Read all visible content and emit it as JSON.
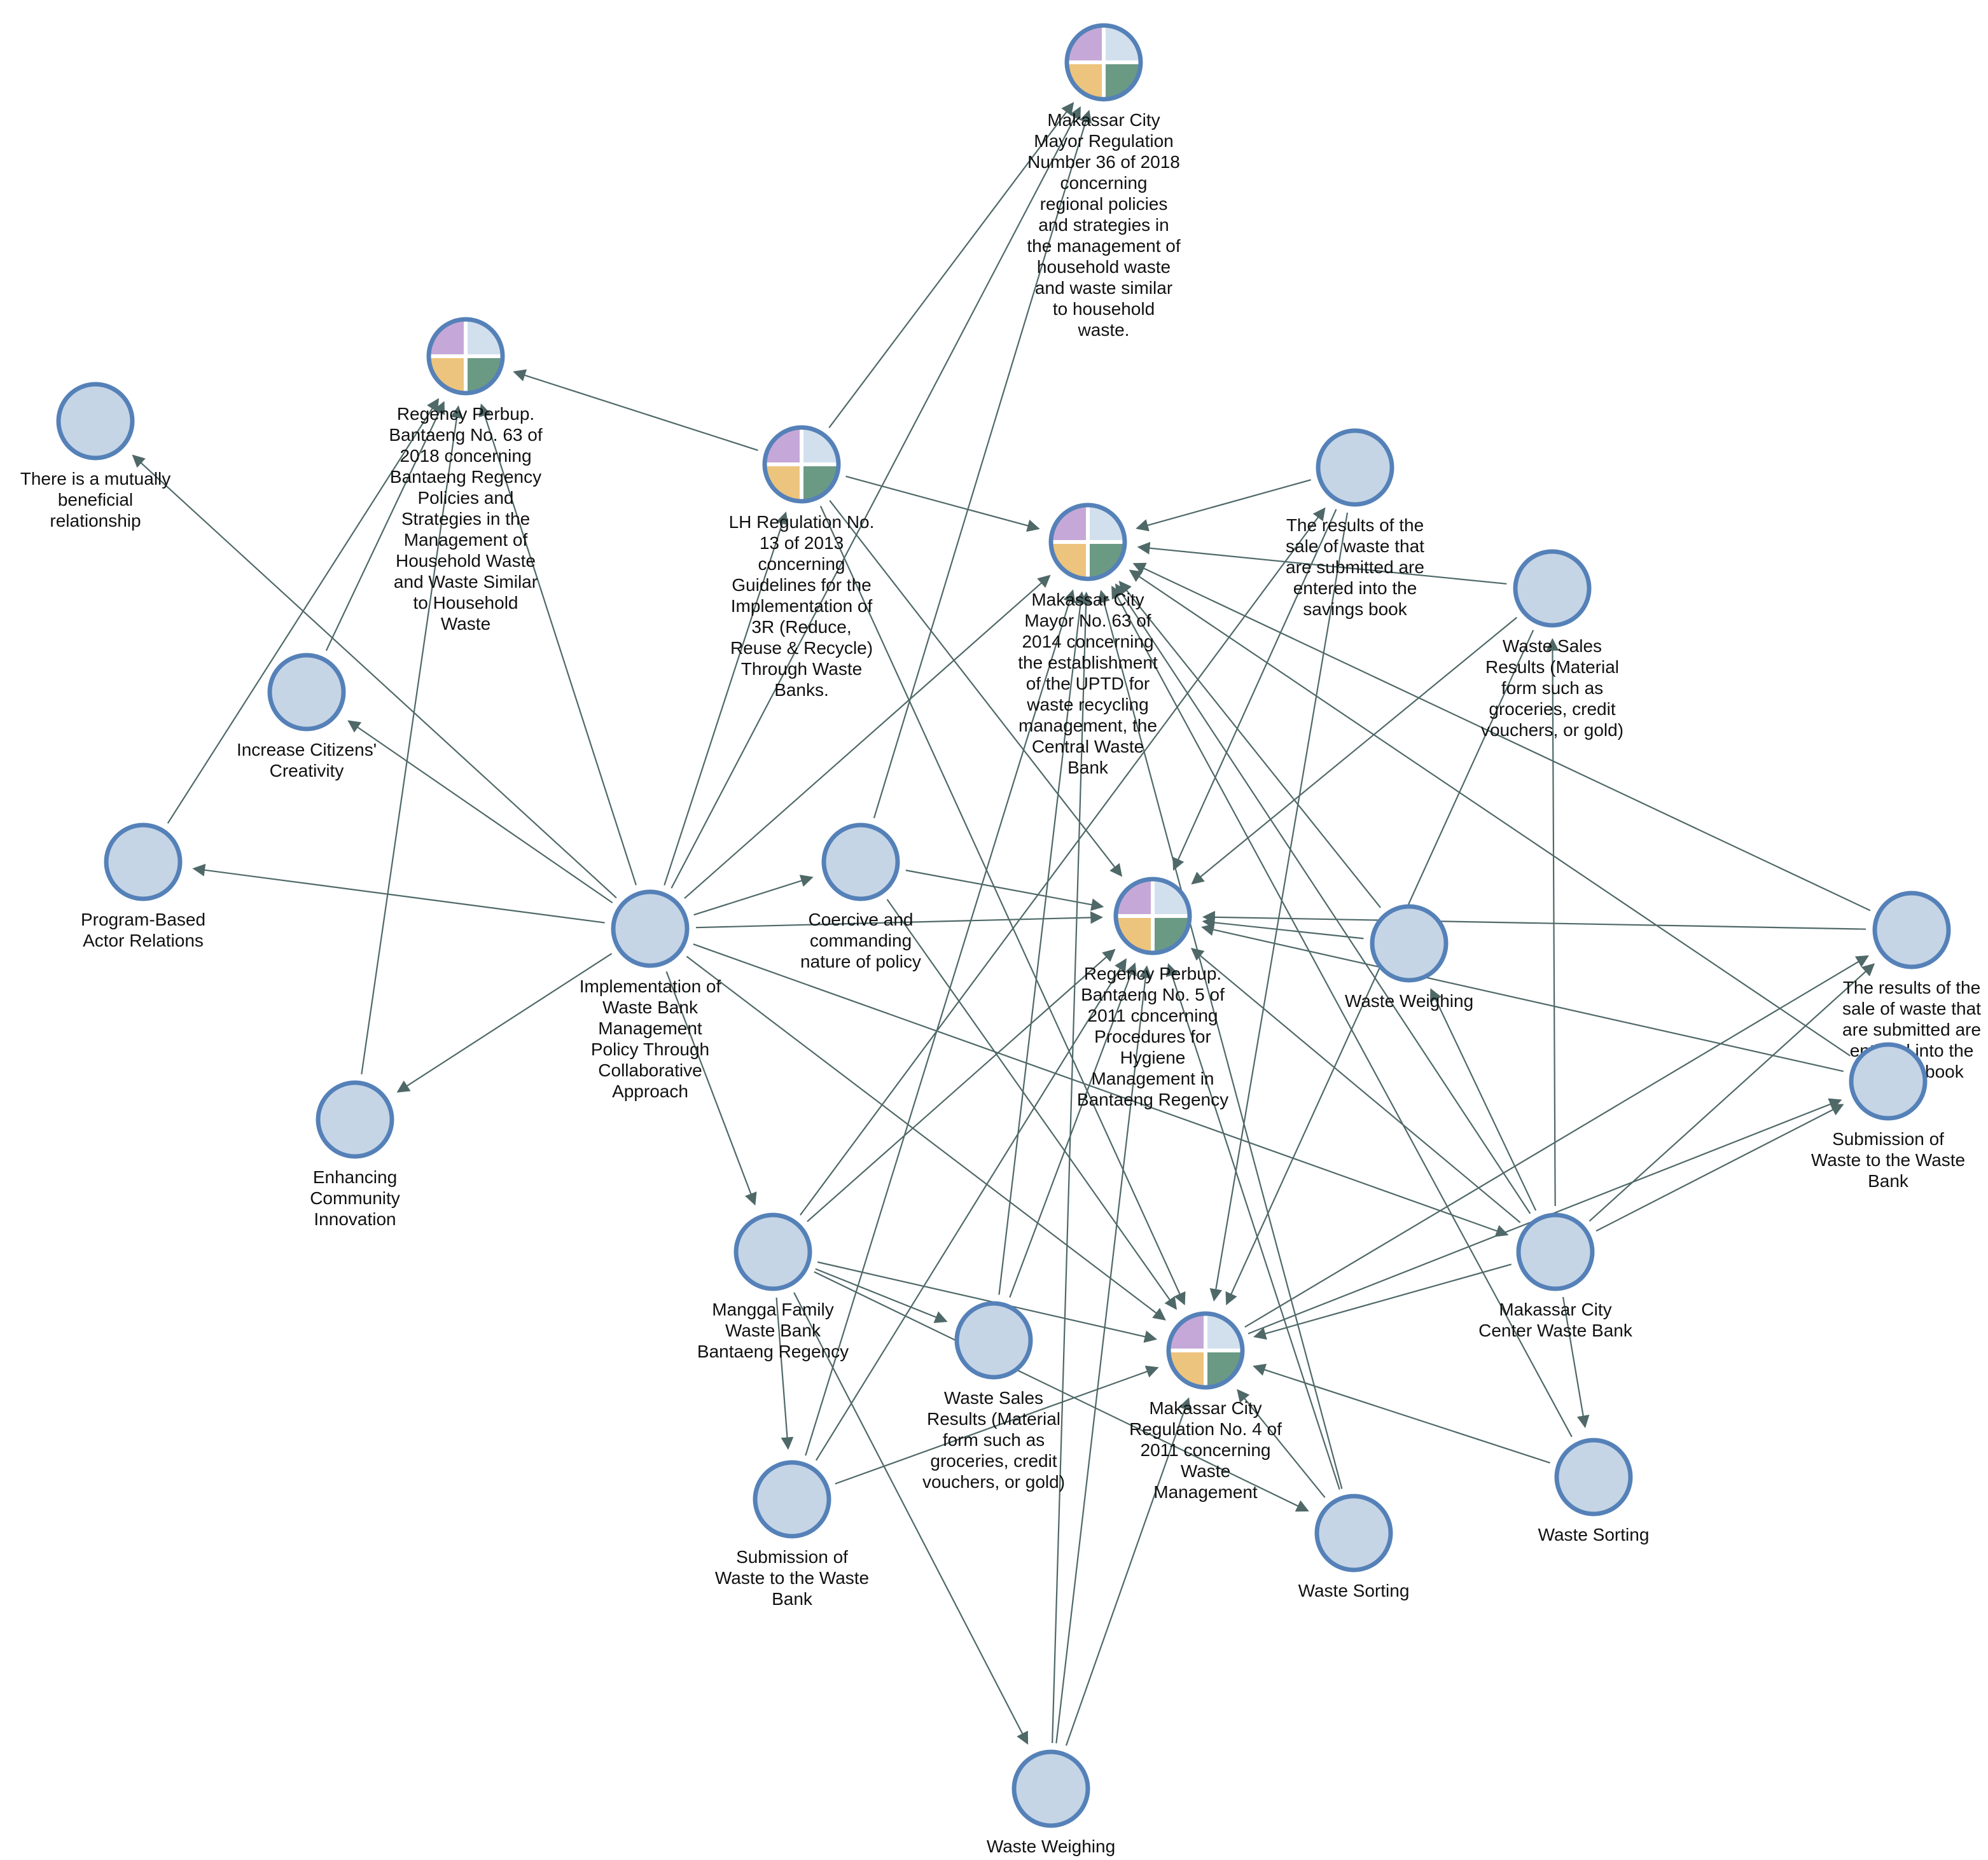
{
  "nodes": [
    {
      "id": "mayor36",
      "label": [
        "Makassar City",
        "Mayor Regulation",
        "Number 36 of 2018",
        "concerning",
        "regional policies",
        "and strategies in",
        "the management of",
        "household waste",
        "and waste similar",
        "to household",
        "waste."
      ],
      "quad": true
    },
    {
      "id": "perbup63",
      "label": [
        "Regency Perbup.",
        "Bantaeng No. 63 of",
        "2018 concerning",
        "Bantaeng Regency",
        "Policies and",
        "Strategies in the",
        "Management of",
        "Household Waste",
        "and Waste Similar",
        "to Household",
        "Waste"
      ],
      "quad": true
    },
    {
      "id": "mutual",
      "label": [
        "There is a mutually",
        "beneficial",
        "relationship"
      ],
      "quad": false
    },
    {
      "id": "lh13",
      "label": [
        "LH Regulation No.",
        "13 of 2013",
        "concerning",
        "Guidelines for the",
        "Implementation of",
        "3R (Reduce,",
        "Reuse & Recycle)",
        "Through Waste",
        "Banks."
      ],
      "quad": true
    },
    {
      "id": "results_savings",
      "label": [
        "The results of the",
        "sale of waste that",
        "are submitted are",
        "entered into the",
        "savings book"
      ],
      "quad": false
    },
    {
      "id": "mayor63",
      "label": [
        "Makassar City",
        "Mayor No. 63 of",
        "2014 concerning",
        "the establishment",
        "of the UPTD for",
        "waste recycling",
        "management, the",
        "Central Waste",
        "Bank"
      ],
      "quad": true
    },
    {
      "id": "sales_mak",
      "label": [
        "Waste Sales",
        "Results (Material",
        "form such as",
        "groceries, credit",
        "vouchers, or gold)"
      ],
      "quad": false
    },
    {
      "id": "creativity",
      "label": [
        "Increase Citizens'",
        "Creativity"
      ],
      "quad": false
    },
    {
      "id": "program",
      "label": [
        "Program-Based",
        "Actor Relations"
      ],
      "quad": false
    },
    {
      "id": "implementation",
      "label": [
        "Implementation of",
        "Waste Bank",
        "Management",
        "Policy Through",
        "Collaborative",
        "Approach"
      ],
      "quad": false
    },
    {
      "id": "coercive",
      "label": [
        "Coercive and",
        "commanding",
        "nature of policy"
      ],
      "quad": false
    },
    {
      "id": "perbup5",
      "label": [
        "Regency Perbup.",
        "Bantaeng No. 5 of",
        "2011 concerning",
        "Procedures for",
        "Hygiene",
        "Management in",
        "Bantaeng Regency"
      ],
      "quad": true
    },
    {
      "id": "weighing_r",
      "label": [
        "Waste Weighing"
      ],
      "quad": false
    },
    {
      "id": "results_right",
      "label": [
        "The results of the",
        "sale of waste that",
        "are submitted are",
        "entered into the",
        "savings book"
      ],
      "quad": false
    },
    {
      "id": "submission_r",
      "label": [
        "Submission of",
        "Waste to the Waste",
        "Bank"
      ],
      "quad": false
    },
    {
      "id": "innovation",
      "label": [
        "Enhancing",
        "Community",
        "Innovation"
      ],
      "quad": false
    },
    {
      "id": "mangga",
      "label": [
        "Mangga Family",
        "Waste Bank",
        "Bantaeng Regency"
      ],
      "quad": false
    },
    {
      "id": "sales_ban",
      "label": [
        "Waste Sales",
        "Results (Material",
        "form such as",
        "groceries, credit",
        "vouchers, or gold)"
      ],
      "quad": false
    },
    {
      "id": "reg4",
      "label": [
        "Makassar City",
        "Regulation No. 4 of",
        "2011 concerning",
        "Waste",
        "Management"
      ],
      "quad": true
    },
    {
      "id": "center",
      "label": [
        "Makassar City",
        "Center Waste Bank"
      ],
      "quad": false
    },
    {
      "id": "submission_b",
      "label": [
        "Submission of",
        "Waste to the Waste",
        "Bank"
      ],
      "quad": false
    },
    {
      "id": "sorting_mid",
      "label": [
        "Waste Sorting"
      ],
      "quad": false
    },
    {
      "id": "sorting_r",
      "label": [
        "Waste Sorting"
      ],
      "quad": false
    },
    {
      "id": "weighing_b",
      "label": [
        "Waste Weighing"
      ],
      "quad": false
    }
  ],
  "edges": [
    [
      "implementation",
      "mutual"
    ],
    [
      "implementation",
      "perbup63"
    ],
    [
      "implementation",
      "creativity"
    ],
    [
      "implementation",
      "program"
    ],
    [
      "implementation",
      "innovation"
    ],
    [
      "implementation",
      "lh13"
    ],
    [
      "implementation",
      "mayor36"
    ],
    [
      "implementation",
      "coercive"
    ],
    [
      "implementation",
      "mayor63"
    ],
    [
      "implementation",
      "perbup5"
    ],
    [
      "implementation",
      "mangga"
    ],
    [
      "implementation",
      "reg4"
    ],
    [
      "implementation",
      "center"
    ],
    [
      "creativity",
      "perbup63"
    ],
    [
      "program",
      "perbup63"
    ],
    [
      "innovation",
      "perbup63"
    ],
    [
      "lh13",
      "perbup63"
    ],
    [
      "lh13",
      "mayor36"
    ],
    [
      "lh13",
      "mayor63"
    ],
    [
      "lh13",
      "perbup5"
    ],
    [
      "lh13",
      "reg4"
    ],
    [
      "coercive",
      "mayor36"
    ],
    [
      "coercive",
      "perbup5"
    ],
    [
      "coercive",
      "reg4"
    ],
    [
      "results_savings",
      "mayor63"
    ],
    [
      "results_savings",
      "perbup5"
    ],
    [
      "results_savings",
      "reg4"
    ],
    [
      "sales_mak",
      "mayor63"
    ],
    [
      "sales_mak",
      "perbup5"
    ],
    [
      "sales_mak",
      "reg4"
    ],
    [
      "weighing_r",
      "perbup5"
    ],
    [
      "weighing_r",
      "mayor63"
    ],
    [
      "results_right",
      "perbup5"
    ],
    [
      "results_right",
      "mayor63"
    ],
    [
      "submission_r",
      "perbup5"
    ],
    [
      "submission_r",
      "mayor63"
    ],
    [
      "center",
      "mayor63"
    ],
    [
      "center",
      "sales_mak"
    ],
    [
      "center",
      "weighing_r"
    ],
    [
      "center",
      "sorting_r"
    ],
    [
      "center",
      "submission_r"
    ],
    [
      "center",
      "results_right"
    ],
    [
      "center",
      "reg4"
    ],
    [
      "center",
      "perbup5"
    ],
    [
      "mangga",
      "results_savings"
    ],
    [
      "mangga",
      "perbup5"
    ],
    [
      "mangga",
      "sorting_mid"
    ],
    [
      "mangga",
      "reg4"
    ],
    [
      "mangga",
      "submission_b"
    ],
    [
      "mangga",
      "weighing_b"
    ],
    [
      "mangga",
      "sales_ban"
    ],
    [
      "sales_ban",
      "mayor63"
    ],
    [
      "sales_ban",
      "perbup5"
    ],
    [
      "submission_b",
      "mayor63"
    ],
    [
      "submission_b",
      "perbup5"
    ],
    [
      "submission_b",
      "reg4"
    ],
    [
      "sorting_mid",
      "mayor63"
    ],
    [
      "sorting_mid",
      "perbup5"
    ],
    [
      "sorting_mid",
      "reg4"
    ],
    [
      "sorting_r",
      "mayor63"
    ],
    [
      "sorting_r",
      "reg4"
    ],
    [
      "weighing_b",
      "mayor63"
    ],
    [
      "weighing_b",
      "perbup5"
    ],
    [
      "weighing_b",
      "reg4"
    ],
    [
      "reg4",
      "results_right"
    ],
    [
      "reg4",
      "submission_r"
    ]
  ]
}
